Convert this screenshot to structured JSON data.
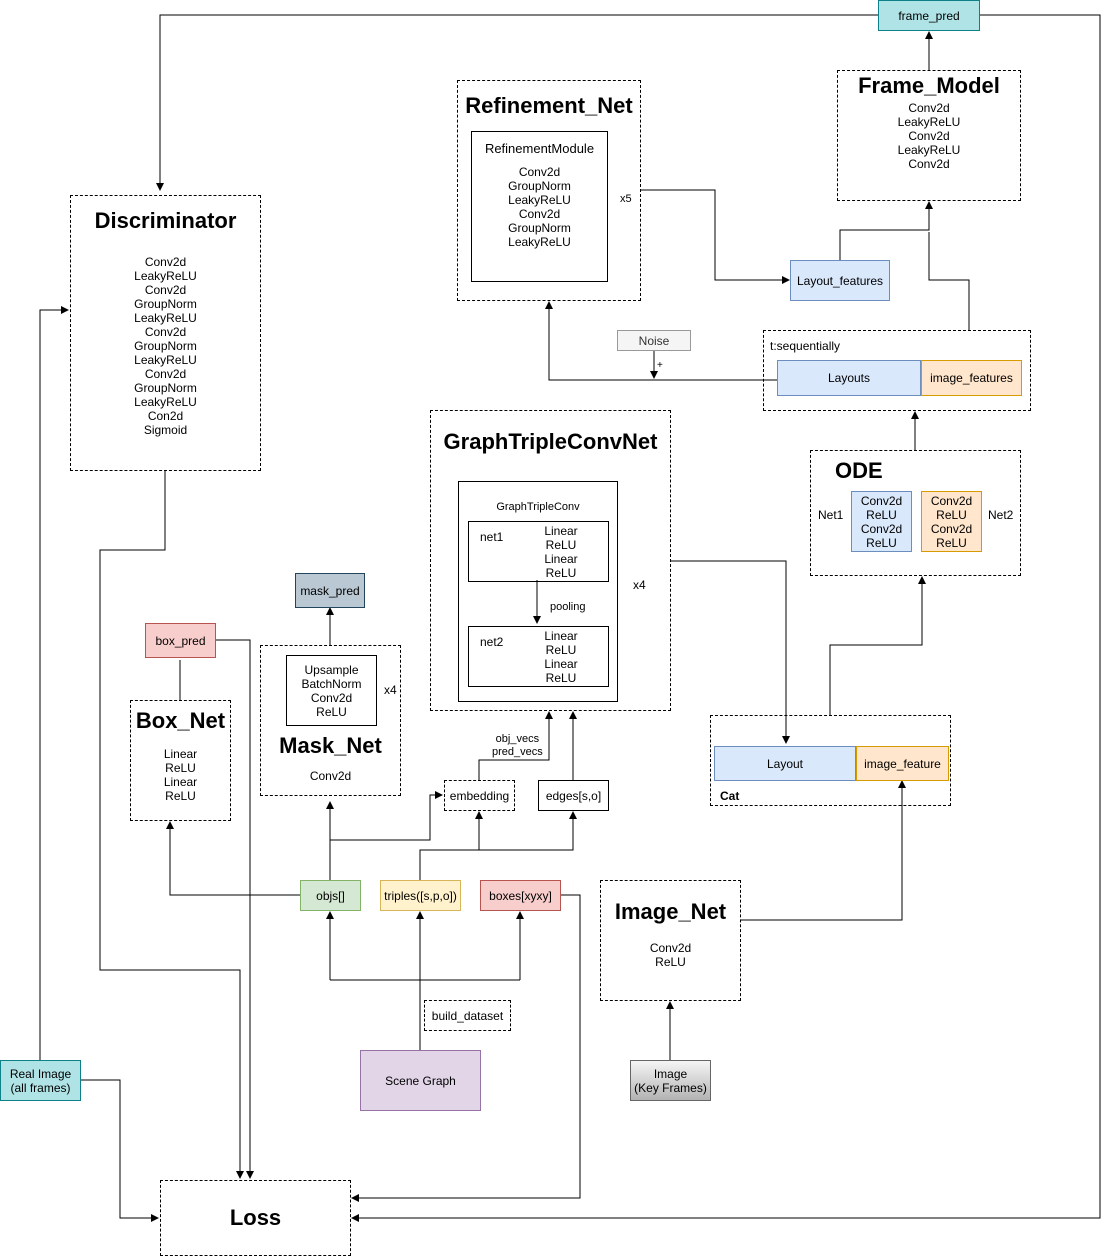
{
  "discriminator": {
    "title": "Discriminator",
    "layers": "Conv2d\nLeakyReLU\nConv2d\nGroupNorm\nLeakyReLU\nConv2d\nGroupNorm\nLeakyReLU\nConv2d\nGroupNorm\nLeakyReLU\nCon2d\nSigmoid"
  },
  "refinement_net": {
    "title": "Refinement_Net",
    "module_title": "RefinementModule",
    "module_layers": "Conv2d\nGroupNorm\nLeakyReLU\nConv2d\nGroupNorm\nLeakyReLU",
    "repeat": "x5"
  },
  "frame_model": {
    "title": "Frame_Model",
    "layers": "Conv2d\nLeakyReLU\nConv2d\nLeakyReLU\nConv2d"
  },
  "frame_pred": "frame_pred",
  "layout_features": "Layout_features",
  "noise": "Noise",
  "noise_op": "+",
  "sequential": {
    "label": "t:sequentially",
    "layouts": "Layouts",
    "image_features": "image_features"
  },
  "graph_net": {
    "title": "GraphTripleConvNet",
    "conv_title": "GraphTripleConv",
    "net1_label": "net1",
    "net1_layers": "Linear\nReLU\nLinear\nReLU",
    "pooling": "pooling",
    "net2_label": "net2",
    "net2_layers": "Linear\nReLU\nLinear\nReLU",
    "repeat": "x4"
  },
  "ode": {
    "title": "ODE",
    "net1_label": "Net1",
    "net1_layers": "Conv2d\nReLU\nConv2d\nReLU",
    "net2_label": "Net2",
    "net2_layers": "Conv2d\nReLU\nConv2d\nReLU"
  },
  "mask_pred": "mask_pred",
  "mask_net": {
    "title": "Mask_Net",
    "inner_layers": "Upsample\nBatchNorm\nConv2d\nReLU",
    "repeat": "x4",
    "tail": "Conv2d"
  },
  "box_pred": "box_pred",
  "box_net": {
    "title": "Box_Net",
    "layers": "Linear\nReLU\nLinear\nReLU"
  },
  "embedding": "embedding",
  "edges": "edges[s,o]",
  "obj_pred_vecs": "obj_vecs\npred_vecs",
  "cat": {
    "label": "Cat",
    "layout": "Layout",
    "image_feature": "image_feature"
  },
  "objs": "objs[]",
  "triples": "triples([s,p,o])",
  "boxes": "boxes[xyxy]",
  "image_net": {
    "title": "Image_Net",
    "layers": "Conv2d\nReLU"
  },
  "build_dataset": "build_dataset",
  "scene_graph": "Scene Graph",
  "real_image": "Real Image\n(all frames)",
  "image_key": "Image\n(Key Frames)",
  "loss": "Loss",
  "colors": {
    "teal": "#b0e3e6",
    "teal_border": "#0e8088",
    "blue": "#dae8fc",
    "blue_border": "#6c8ebf",
    "orange": "#ffe6cc",
    "orange_border": "#d79b00",
    "red": "#f8cecc",
    "red_border": "#b85450",
    "green": "#d5e8d4",
    "green_border": "#82b366",
    "yellow": "#fff2cc",
    "yellow_border": "#d6b656",
    "purple": "#e1d5e7",
    "purple_border": "#9673a6",
    "gray": "#bac8d3",
    "gray_border": "#23445d"
  }
}
